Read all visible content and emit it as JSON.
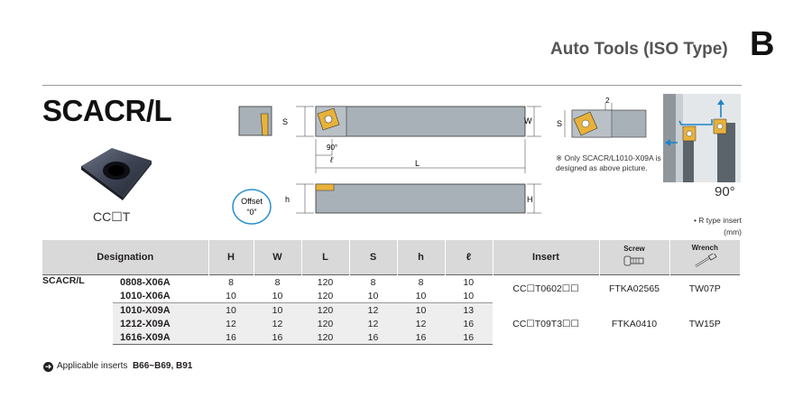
{
  "header": {
    "title": "Auto Tools (ISO Type)",
    "section": "B"
  },
  "product": {
    "title": "SCACR/L",
    "insert_type": "CC☐T"
  },
  "drawing": {
    "dim_S": "S",
    "dim_W": "W",
    "dim_L": "L",
    "dim_h": "h",
    "dim_H": "H",
    "dim_2": "2",
    "angle_label": "90°",
    "ell": "ℓ",
    "offset_line1": "Offset",
    "offset_line2": "“0”"
  },
  "note": "※ Only SCACR/L1010-X09A is designed as above picture.",
  "angle": "90°",
  "rtype": {
    "line1": "• R type insert",
    "line2": "(mm)"
  },
  "table": {
    "headers": {
      "designation": "Designation",
      "H": "H",
      "W": "W",
      "L": "L",
      "S": "S",
      "h": "h",
      "ell": "ℓ",
      "insert": "Insert",
      "screw": "Screw",
      "wrench": "Wrench"
    },
    "series": "SCACR/L",
    "rows": [
      {
        "code": "0808-X06A",
        "H": "8",
        "W": "8",
        "L": "120",
        "S": "8",
        "h": "8",
        "ell": "10"
      },
      {
        "code": "1010-X06A",
        "H": "10",
        "W": "10",
        "L": "120",
        "S": "10",
        "h": "10",
        "ell": "10"
      },
      {
        "code": "1010-X09A",
        "H": "10",
        "W": "10",
        "L": "120",
        "S": "12",
        "h": "10",
        "ell": "13"
      },
      {
        "code": "1212-X09A",
        "H": "12",
        "W": "12",
        "L": "120",
        "S": "12",
        "h": "12",
        "ell": "16"
      },
      {
        "code": "1616-X09A",
        "H": "16",
        "W": "16",
        "L": "120",
        "S": "16",
        "h": "16",
        "ell": "16"
      }
    ],
    "groups": [
      {
        "insert": "CC☐T0602☐☐",
        "screw": "FTKA02565",
        "wrench": "TW07P"
      },
      {
        "insert": "CC☐T09T3☐☐",
        "screw": "FTKA0410",
        "wrench": "TW15P"
      }
    ]
  },
  "applicable": {
    "label": "Applicable inserts",
    "pages": "B66~B69, B91"
  },
  "colors": {
    "insert_gold": "#e8b23a",
    "shank_gray": "#a9b1b8",
    "header_gray": "#d9d9d9",
    "row_gray": "#eeeeee"
  }
}
